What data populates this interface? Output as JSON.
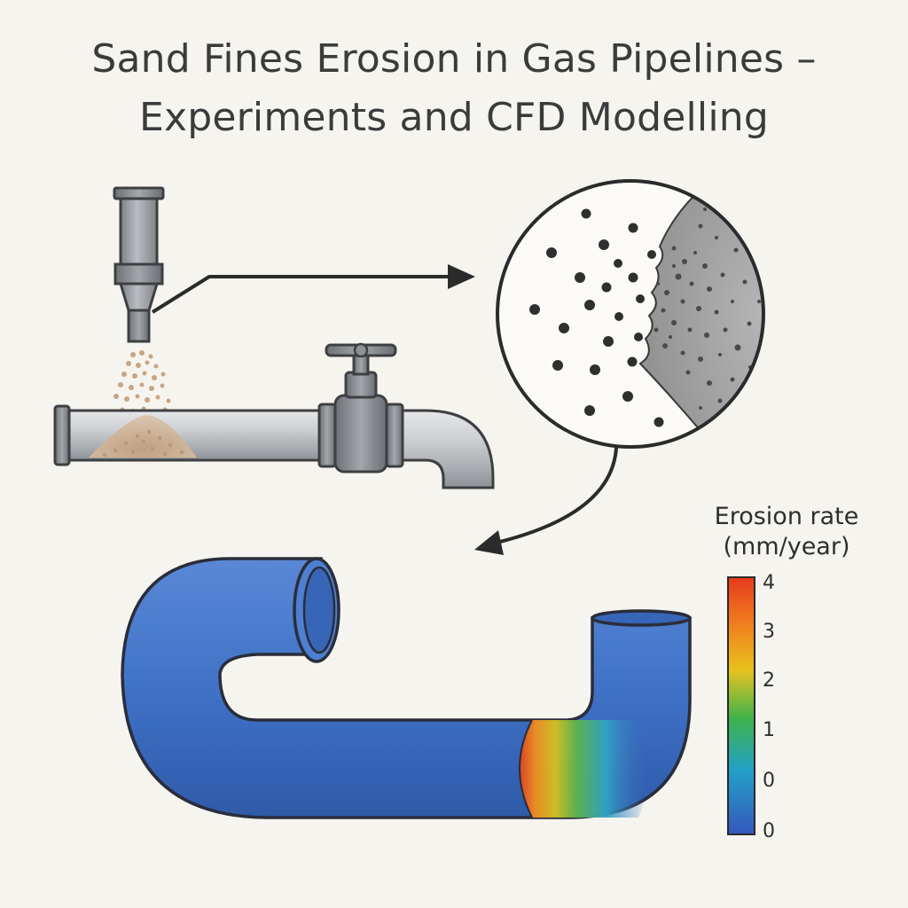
{
  "title": {
    "line1": "Sand Fines Erosion in Gas Pipelines –",
    "line2": "Experiments and CFD Modelling"
  },
  "legend": {
    "title_line1": "Erosion rate",
    "title_line2": "(mm/year)",
    "ticks": [
      "4",
      "3",
      "2",
      "1",
      "0",
      "0"
    ]
  },
  "colors": {
    "background": "#f6f4ef",
    "pipe_blue": "#3c6fc4",
    "steel": "#9a9da1",
    "sand": "#c9a98a",
    "erosion_high": "#e43b1e",
    "erosion_low": "#3c5fbf"
  }
}
